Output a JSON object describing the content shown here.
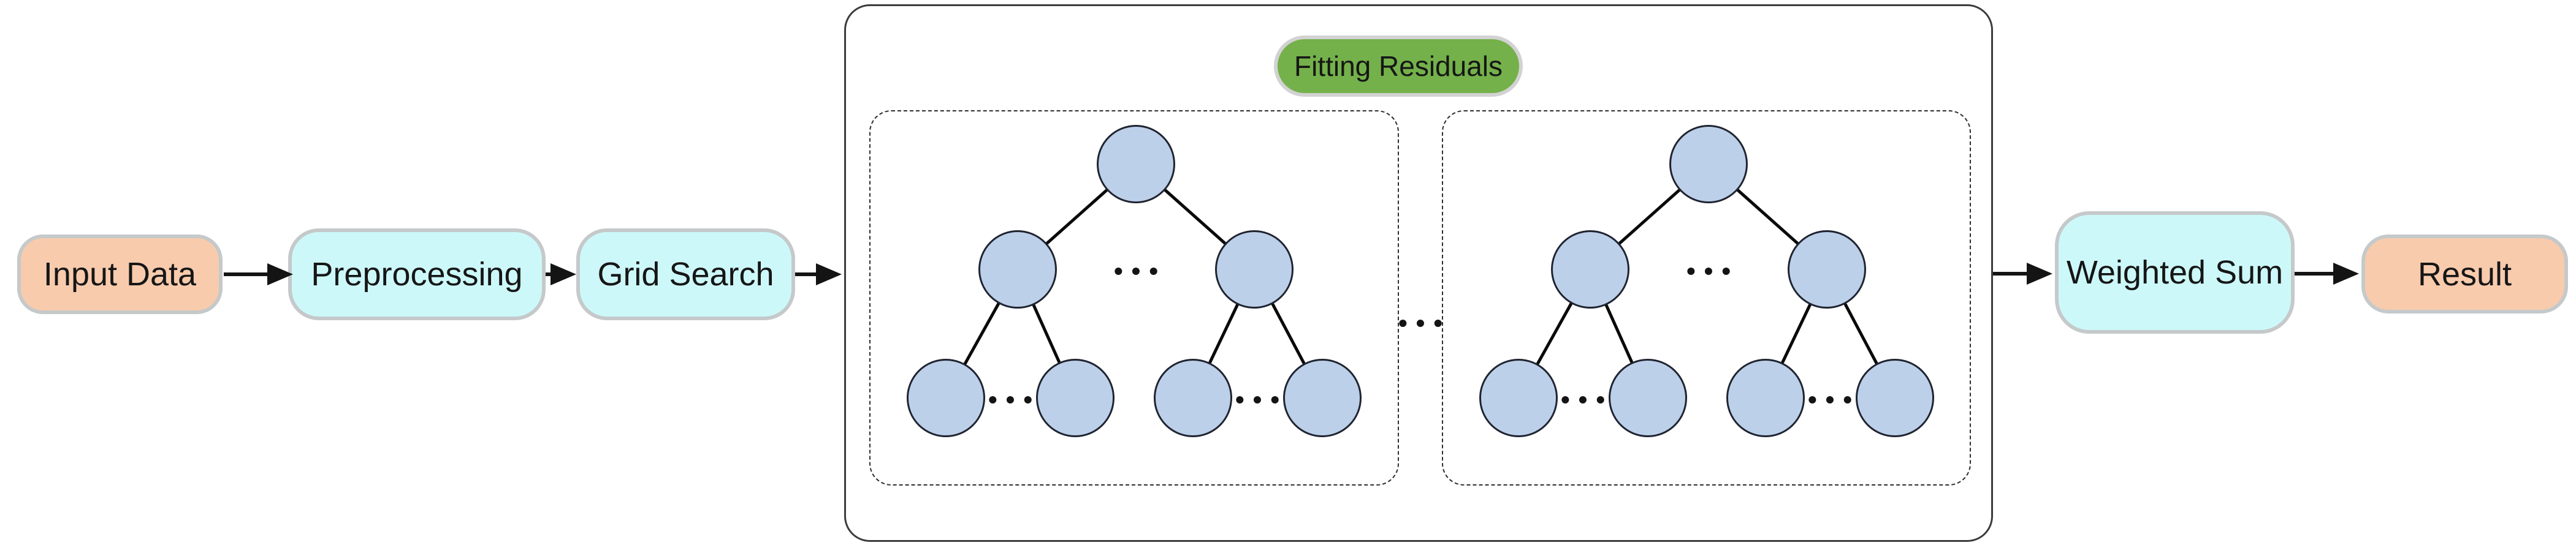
{
  "flow": {
    "input_data_label": "Input Data",
    "preprocessing_label": "Preprocessing",
    "grid_search_label": "Grid Search",
    "weighted_sum_label": "Weighted Sum",
    "result_label": "Result"
  },
  "residual_block": {
    "label": "Fitting Residuals",
    "ellipsis": "•••",
    "tree_count": 2,
    "nodes_per_tree": 7
  },
  "colors": {
    "step_peach": "#f8cbad",
    "step_cyan": "#cdf8f9",
    "badge_green": "#74b14a",
    "node_blue": "#bdd0ea",
    "box_border_gray": "#c5c9ca",
    "line_black": "#141414"
  }
}
